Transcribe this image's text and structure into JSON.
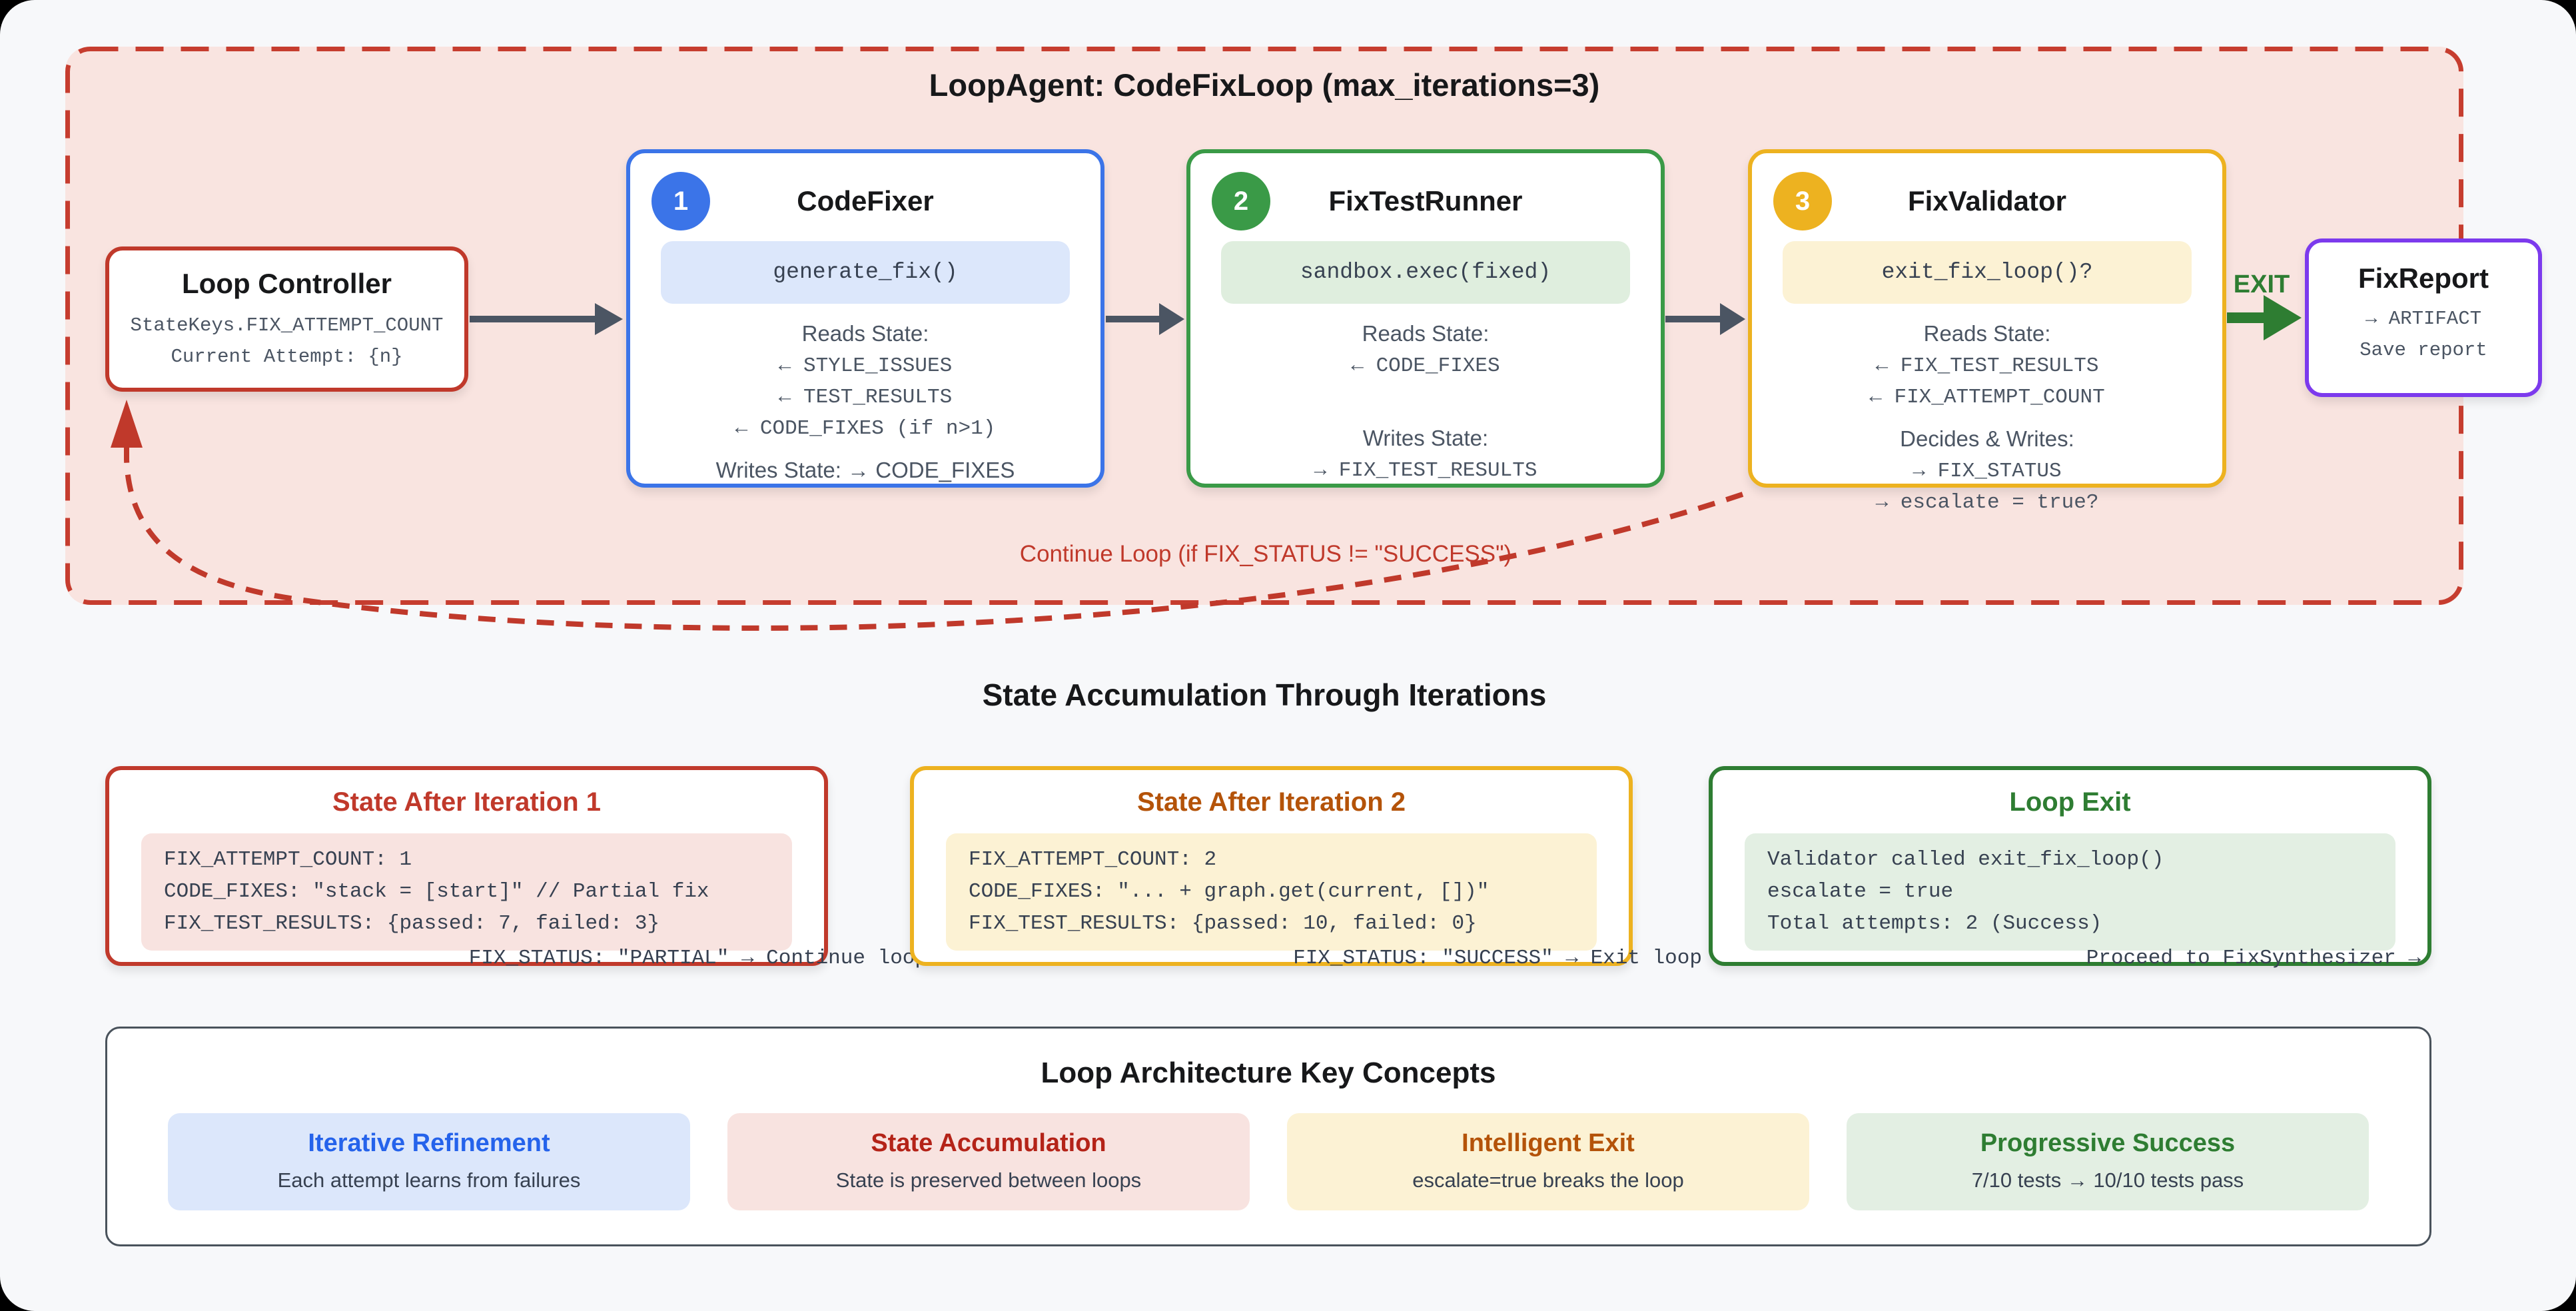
{
  "loop_container": {
    "title": "LoopAgent: CodeFixLoop (max_iterations=3)",
    "continue_label": "Continue Loop (if FIX_STATUS != \"SUCCESS\")",
    "exit_label": "EXIT"
  },
  "loop_controller": {
    "title": "Loop Controller",
    "line1": "StateKeys.FIX_ATTEMPT_COUNT",
    "line2": "Current Attempt: {n}"
  },
  "agents": [
    {
      "badge": "1",
      "title": "CodeFixer",
      "chip": "generate_fix()",
      "reads_label": "Reads State:",
      "reads": [
        "← STYLE_ISSUES",
        "← TEST_RESULTS",
        "← CODE_FIXES (if n>1)"
      ],
      "writes_inline": "Writes State: → CODE_FIXES"
    },
    {
      "badge": "2",
      "title": "FixTestRunner",
      "chip": "sandbox.exec(fixed)",
      "reads_label": "Reads State:",
      "reads": [
        "← CODE_FIXES"
      ],
      "writes_label": "Writes State:",
      "writes": [
        "→ FIX_TEST_RESULTS"
      ]
    },
    {
      "badge": "3",
      "title": "FixValidator",
      "chip": "exit_fix_loop()?",
      "reads_label": "Reads State:",
      "reads": [
        "← FIX_TEST_RESULTS",
        "← FIX_ATTEMPT_COUNT"
      ],
      "writes_label": "Decides & Writes:",
      "writes": [
        "→ FIX_STATUS",
        "→ escalate = true?"
      ]
    }
  ],
  "fix_report": {
    "title": "FixReport",
    "line1": "→ ARTIFACT",
    "line2": "Save report"
  },
  "state_section": {
    "heading": "State Accumulation Through Iterations",
    "boxes": [
      {
        "title": "State After Iteration 1",
        "code": "FIX_ATTEMPT_COUNT: 1\nCODE_FIXES: \"stack = [start]\" // Partial fix\nFIX_TEST_RESULTS: {passed: 7, failed: 3}",
        "outcome": "FIX_STATUS: \"PARTIAL\" → Continue loop"
      },
      {
        "title": "State After Iteration 2",
        "code": "FIX_ATTEMPT_COUNT: 2\nCODE_FIXES: \"... + graph.get(current, [])\"\nFIX_TEST_RESULTS: {passed: 10, failed: 0}",
        "outcome": "FIX_STATUS: \"SUCCESS\" → Exit loop"
      },
      {
        "title": "Loop Exit",
        "code": "Validator called exit_fix_loop()\nescalate = true\nTotal attempts: 2 (Success)",
        "outcome": "Proceed to FixSynthesizer →"
      }
    ]
  },
  "concepts": {
    "heading": "Loop Architecture Key Concepts",
    "cards": [
      {
        "title": "Iterative Refinement",
        "desc": "Each attempt learns from failures"
      },
      {
        "title": "State Accumulation",
        "desc": "State is preserved between loops"
      },
      {
        "title": "Intelligent Exit",
        "desc": "escalate=true breaks the loop"
      },
      {
        "title": "Progressive Success",
        "desc": "7/10 tests → 10/10 tests pass"
      }
    ]
  },
  "colors": {
    "loop_border_red": "#c0392b",
    "loop_fill_pink": "#f9e4e0",
    "agent_blue": "#3b74e8",
    "agent_green": "#3a9a47",
    "agent_yellow": "#edb220",
    "report_purple": "#7c3aed",
    "exit_green": "#2e7d32",
    "arrow_gray": "#4b5563"
  }
}
